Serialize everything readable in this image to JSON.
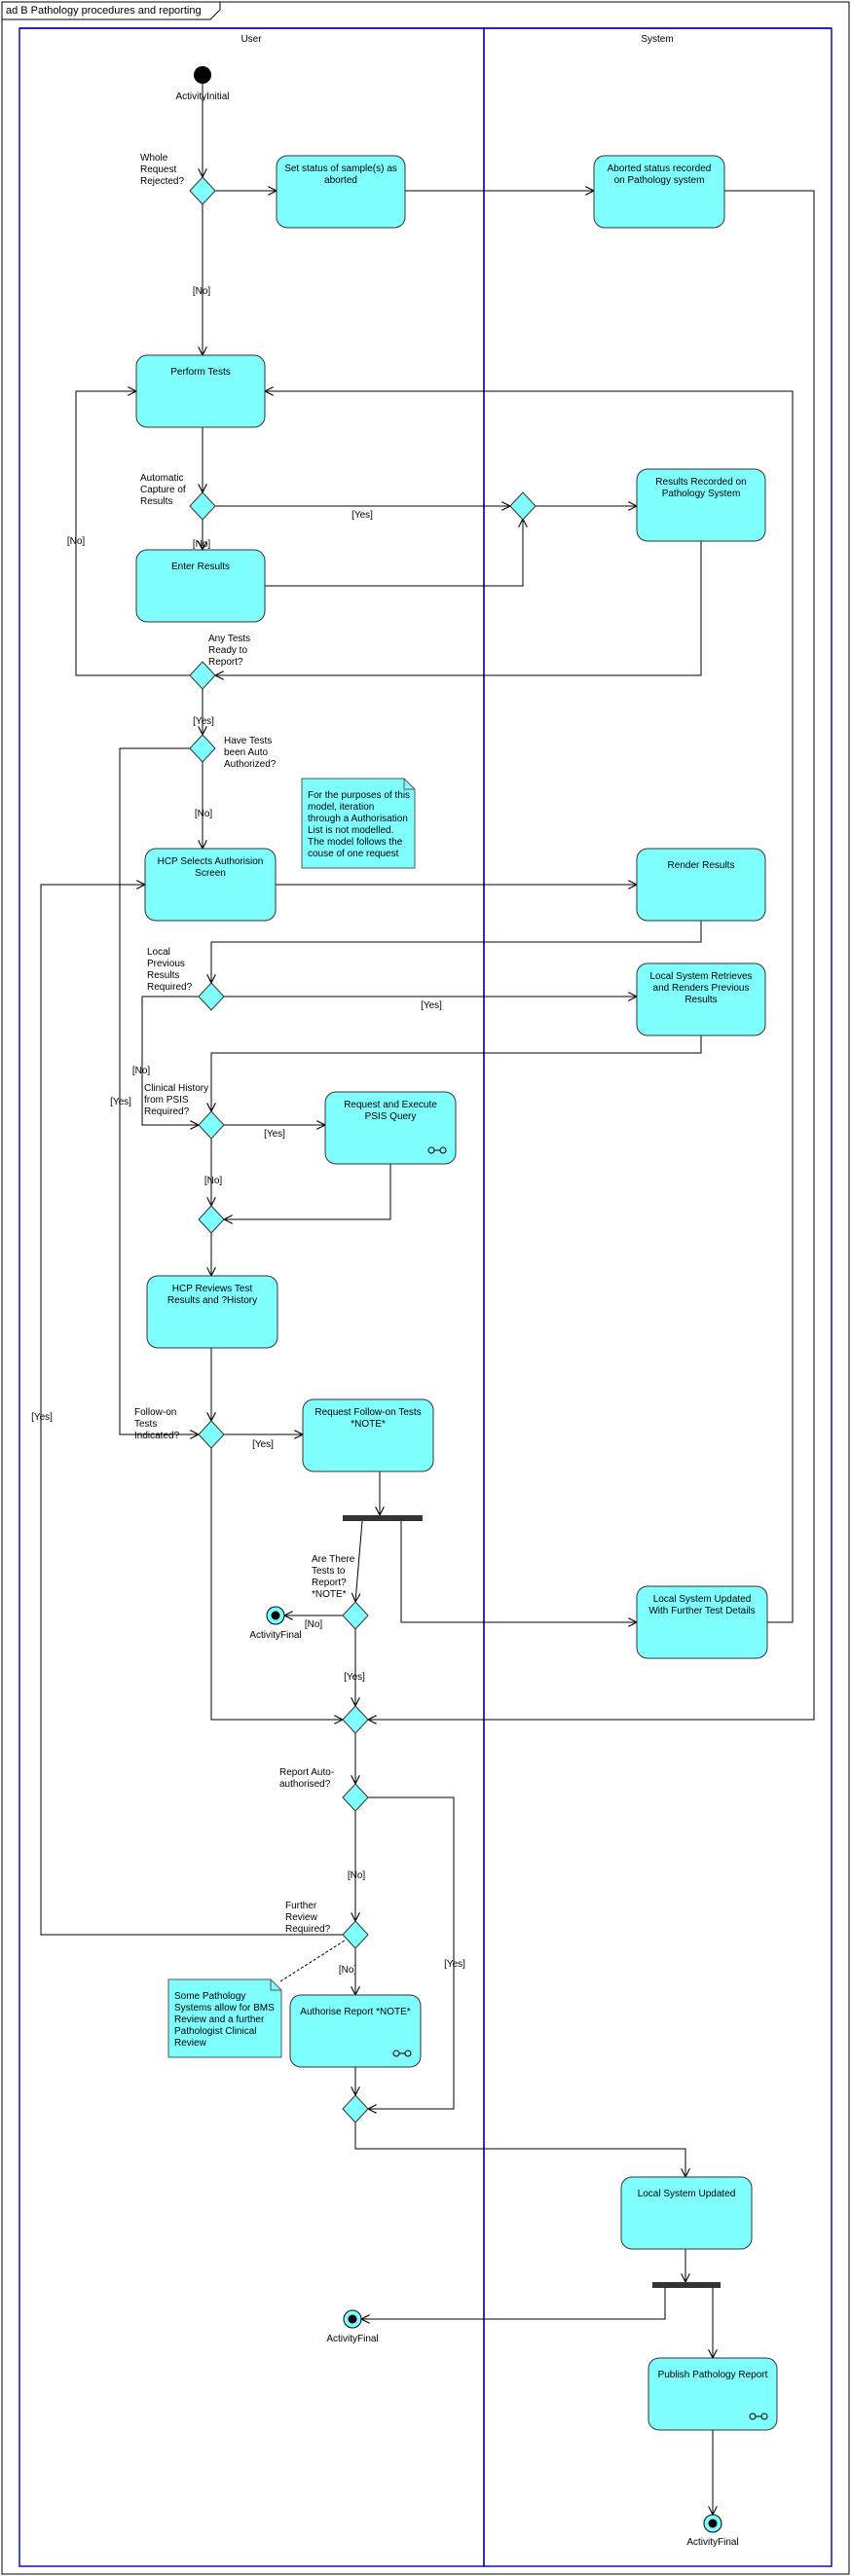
{
  "frame_title": "ad B Pathology procedures and reporting",
  "lanes": [
    "User",
    "System"
  ],
  "nodes": {
    "initial": "ActivityInitial",
    "set_status": [
      "Set status of sample(s) as",
      "aborted"
    ],
    "aborted_recorded": [
      "Aborted status recorded",
      "on Pathology system"
    ],
    "perform_tests": [
      "Perform Tests"
    ],
    "results_recorded": [
      "Results Recorded on",
      "Pathology System"
    ],
    "enter_results": [
      "Enter Results"
    ],
    "hcp_selects": [
      "HCP Selects Authorision",
      "Screen"
    ],
    "render_results": [
      "Render Results"
    ],
    "local_retrieves": [
      "Local System Retrieves",
      "and Renders Previous",
      "Results"
    ],
    "psis_query": [
      "Request and Execute",
      "PSIS Query"
    ],
    "hcp_reviews": [
      "HCP Reviews Test",
      "Results and ?History"
    ],
    "request_followon": [
      "Request Follow-on Tests",
      "*NOTE*"
    ],
    "local_updated_tests": [
      "Local System Updated",
      "With Further Test Details"
    ],
    "authorise_report": [
      "Authorise Report *NOTE*"
    ],
    "local_updated": [
      "Local System Updated"
    ],
    "publish_report": [
      "Publish Pathology Report"
    ],
    "final1": "ActivityFinal",
    "final2": "ActivityFinal",
    "final3": "ActivityFinal"
  },
  "decisions": {
    "whole_rejected": [
      "Whole",
      "Request",
      "Rejected?"
    ],
    "auto_capture": [
      "Automatic",
      "Capture of",
      "Results"
    ],
    "tests_ready": [
      "Any Tests",
      "Ready to",
      "Report?"
    ],
    "auto_authorized": [
      "Have Tests",
      "been Auto",
      "Authorized?"
    ],
    "local_previous": [
      "Local",
      "Previous",
      "Results",
      "Required?"
    ],
    "clinical_history": [
      "Clinical History",
      "from PSIS",
      "Required?"
    ],
    "followon": [
      "Follow-on",
      "Tests",
      "Indicated?"
    ],
    "are_there_tests": [
      "Are There",
      "Tests to",
      "Report?",
      "*NOTE*"
    ],
    "report_auto": [
      "Report Auto-",
      "authorised?"
    ],
    "further_review": [
      "Further",
      "Review",
      "Required?"
    ]
  },
  "guards": {
    "no": "[No]",
    "yes": "[Yes]"
  },
  "notes": {
    "iteration": [
      "For the purposes of this",
      "model, iteration",
      "through a Authorisation",
      "List is not modelled.",
      "The model follows the",
      "couse of one request"
    ],
    "bms": [
      "Some Pathology",
      "Systems allow for BMS",
      "Review and a further",
      "Pathologist Clinical",
      "Review"
    ]
  },
  "colors": {
    "node_fill": "#80ffff",
    "lane_border": "#0000aa"
  }
}
